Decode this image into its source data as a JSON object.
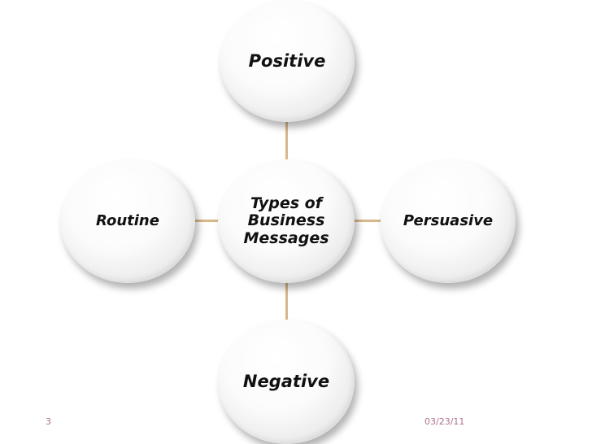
{
  "diagram": {
    "center": {
      "lines": [
        "Types of",
        "Business",
        "Messages"
      ]
    },
    "nodes": {
      "top": "Positive",
      "left": "Routine",
      "right": "Persuasive",
      "bottom": "Negative"
    }
  },
  "footer": {
    "slide_number": "3",
    "date": "03/23/11"
  },
  "colors": {
    "connector": "#d8b88a",
    "footer_text": "#b07090",
    "node_fill": "#fbfbfb"
  }
}
